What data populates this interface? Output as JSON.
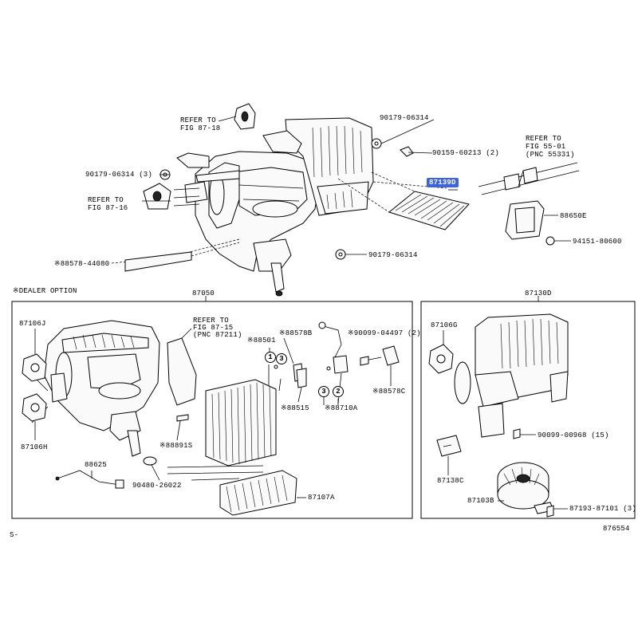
{
  "labels": {
    "refer_87_18_a": "REFER TO",
    "refer_87_18_b": "FIG 87-18",
    "p90179_06314_top": "90179-06314",
    "p90159_60213": "90159-60213 (2)",
    "p90179_06314_3": "90179-06314 (3)",
    "refer_87_16_a": "REFER TO",
    "refer_87_16_b": "FIG 87-16",
    "refer_55_01_a": "REFER TO",
    "refer_55_01_b": "FIG 55-01",
    "refer_55_01_c": "(PNC 55331)",
    "p87139D": "87139D",
    "p88650E": "88650E",
    "p94151_80600": "94151-80600",
    "p88578_44080": "※88578-44080",
    "p90179_06314_bot": "90179-06314",
    "dealer_option": "※DEALER OPTION",
    "p87050": "87050",
    "p87130D": "87130D",
    "p87106J": "87106J",
    "refer_87_15_a": "REFER TO",
    "refer_87_15_b": "FIG 87-15",
    "refer_87_15_c": "(PNC 87211)",
    "p88501": "※88501",
    "p88578B": "※88578B",
    "p90099_04497": "※90099-04497 (2)",
    "p88578C": "※88578C",
    "p88515": "※88515",
    "p88710A": "※88710A",
    "p87106H": "87106H",
    "p88891S": "※88891S",
    "p88625": "88625",
    "p90480_26022": "90480-26022",
    "p87107A": "87107A",
    "p87106G": "87106G",
    "p90099_00968": "90099-00968 (15)",
    "p87138C": "87138C",
    "p87103B": "87103B",
    "p87193_87101": "87193-87101 (3)",
    "footer_left": "S-",
    "footer_right": "876554"
  },
  "callouts": {
    "c1": "1",
    "c2": "2",
    "c3a": "3",
    "c3b": "3"
  },
  "highlight_color": "#3b63e8"
}
